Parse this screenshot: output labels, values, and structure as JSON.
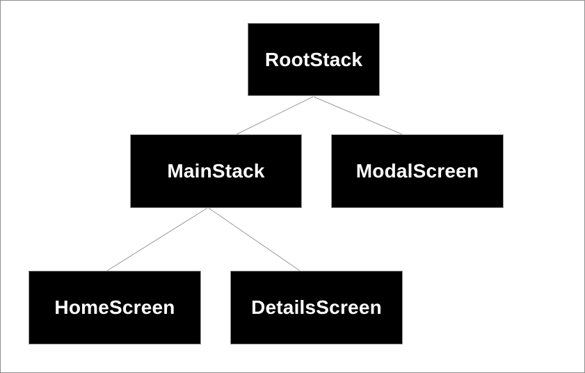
{
  "diagram": {
    "type": "tree",
    "background_color": "#ffffff",
    "canvas_border_color": "#8e8e8e",
    "node_fill_color": "#000000",
    "node_border_color": "#999999",
    "node_text_color": "#ffffff",
    "edge_color": "#999999",
    "nodes": [
      {
        "id": "rootstack",
        "label": "RootStack"
      },
      {
        "id": "mainstack",
        "label": "MainStack"
      },
      {
        "id": "modalscreen",
        "label": "ModalScreen"
      },
      {
        "id": "homescreen",
        "label": "HomeScreen"
      },
      {
        "id": "detailsscreen",
        "label": "DetailsScreen"
      }
    ],
    "edges": [
      {
        "from": "RootStack",
        "to": "MainStack"
      },
      {
        "from": "RootStack",
        "to": "ModalScreen"
      },
      {
        "from": "MainStack",
        "to": "HomeScreen"
      },
      {
        "from": "MainStack",
        "to": "DetailsScreen"
      }
    ]
  }
}
